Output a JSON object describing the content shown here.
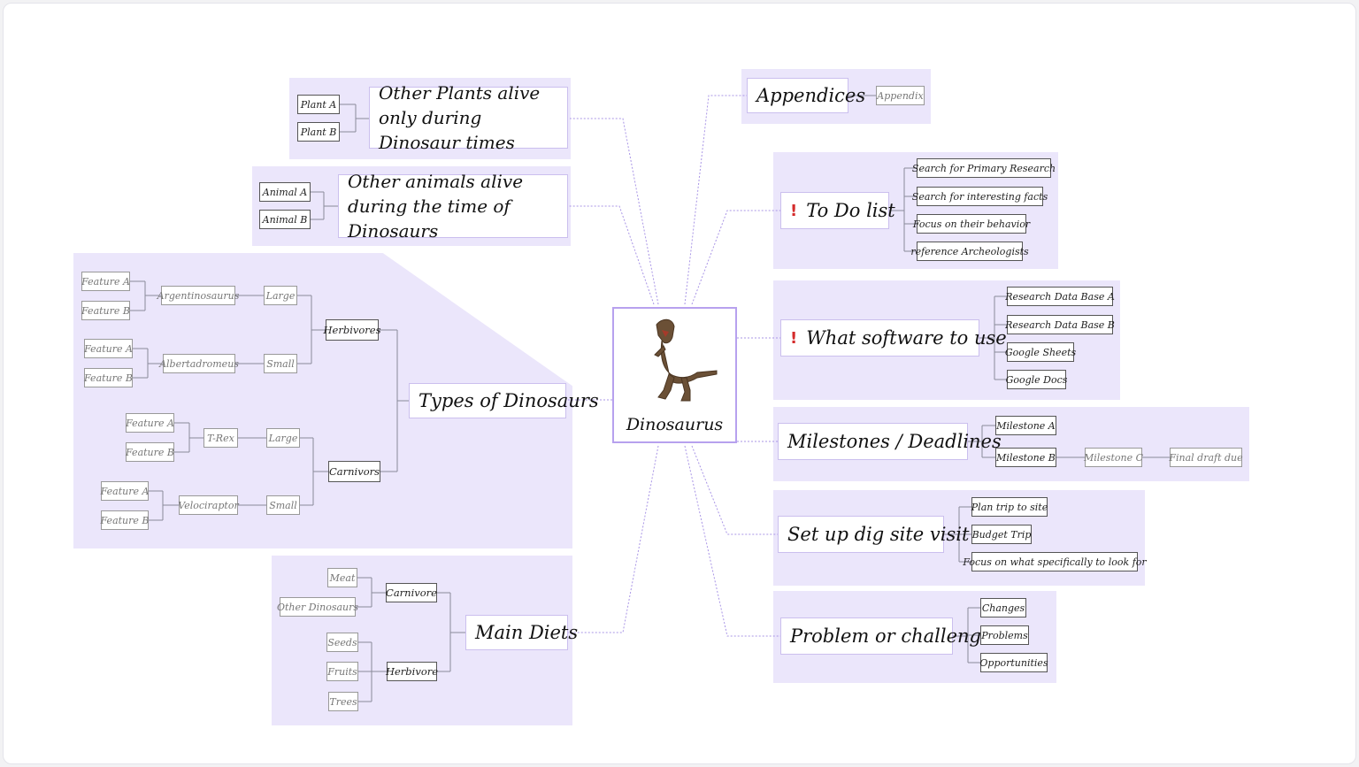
{
  "central_topic": {
    "label": "Dinosaurus",
    "icon": "t-rex-icon"
  },
  "colors": {
    "branch_bg": "#ebe6fb",
    "center_border": "#b7a1ee",
    "connector": "#a995e6",
    "flag": "#d42b2b"
  },
  "left_branches": {
    "other_plants": {
      "label": "Other Plants alive only during Dinosaur times",
      "children": [
        "Plant A",
        "Plant B"
      ]
    },
    "other_animals": {
      "label": "Other animals alive during the time of Dinosaurs",
      "children": [
        "Animal A",
        "Animal B"
      ]
    },
    "types": {
      "label": "Types of Dinosaurs",
      "herbivores": {
        "label": "Herbivores",
        "large": {
          "label": "Large",
          "species": "Argentinosaurus",
          "features": [
            "Feature A",
            "Feature B"
          ]
        },
        "small": {
          "label": "Small",
          "species": "Albertadromeus",
          "features": [
            "Feature A",
            "Feature B"
          ]
        }
      },
      "carnivors": {
        "label": "Carnivors",
        "large": {
          "label": "Large",
          "species": "T-Rex",
          "features": [
            "Feature A",
            "Feature B"
          ]
        },
        "small": {
          "label": "Small",
          "species": "Velociraptor",
          "features": [
            "Feature A",
            "Feature B"
          ]
        }
      }
    },
    "diets": {
      "label": "Main Diets",
      "carnivore": {
        "label": "Carnivore",
        "items": [
          "Meat",
          "Other Dinosaurs"
        ]
      },
      "herbivore": {
        "label": "Herbivore",
        "items": [
          "Seeds",
          "Fruits",
          "Trees"
        ]
      }
    }
  },
  "right_branches": {
    "appendices": {
      "label": "Appendices",
      "children": [
        "Appendix"
      ]
    },
    "todo": {
      "label": "To Do list",
      "flag": "!",
      "children": [
        "Search for Primary Research",
        "Search for interesting facts",
        "Focus on their behavior",
        "reference Archeologists"
      ]
    },
    "software": {
      "label": "What software to use",
      "flag": "!",
      "children": [
        "Research Data Base A",
        "Research Data Base B",
        "Google Sheets",
        "Google Docs"
      ]
    },
    "milestones": {
      "label": "Milestones / Deadlines",
      "children": [
        "Milestone A",
        "Milestone B",
        "Milestone C",
        "Final draft due"
      ]
    },
    "dig_site": {
      "label": "Set up dig site visit",
      "children": [
        "Plan trip to site",
        "Budget Trip",
        "Focus on what specifically to look for"
      ]
    },
    "problem": {
      "label": "Problem or challenge",
      "children": [
        "Changes",
        "Problems",
        "Opportunities"
      ]
    }
  }
}
